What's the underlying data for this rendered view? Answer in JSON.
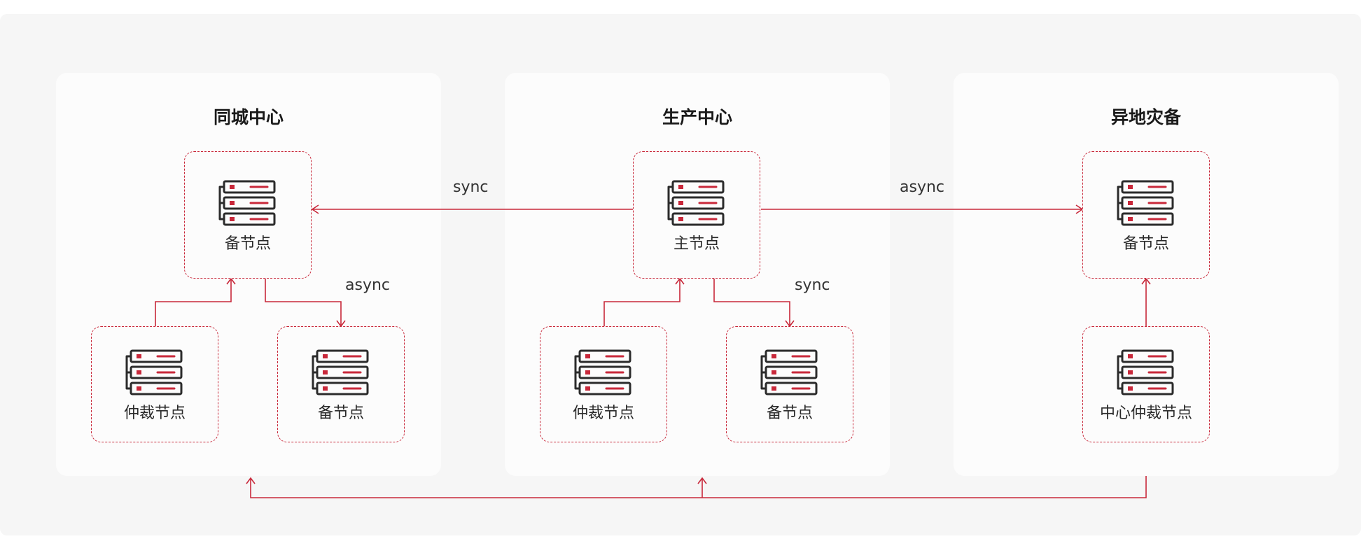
{
  "accent_color": "#c8283a",
  "panels": {
    "same_city": {
      "title": "同城中心"
    },
    "production": {
      "title": "生产中心"
    },
    "remote_dr": {
      "title": "异地灾备"
    }
  },
  "nodes": {
    "same_city_standby": {
      "label": "备节点",
      "icon": "server-rack-icon"
    },
    "same_city_arbiter": {
      "label": "仲裁节点",
      "icon": "server-rack-icon"
    },
    "same_city_standby_2": {
      "label": "备节点",
      "icon": "server-rack-icon"
    },
    "primary": {
      "label": "主节点",
      "icon": "server-rack-icon"
    },
    "production_arbiter": {
      "label": "仲裁节点",
      "icon": "server-rack-icon"
    },
    "production_standby": {
      "label": "备节点",
      "icon": "server-rack-icon"
    },
    "remote_standby": {
      "label": "备节点",
      "icon": "server-rack-icon"
    },
    "center_arbiter": {
      "label": "中心仲裁节点",
      "icon": "server-rack-icon"
    }
  },
  "edges": {
    "primary_to_same_city": "sync",
    "primary_to_remote": "async",
    "same_city_internal": "async",
    "production_internal": "sync"
  }
}
